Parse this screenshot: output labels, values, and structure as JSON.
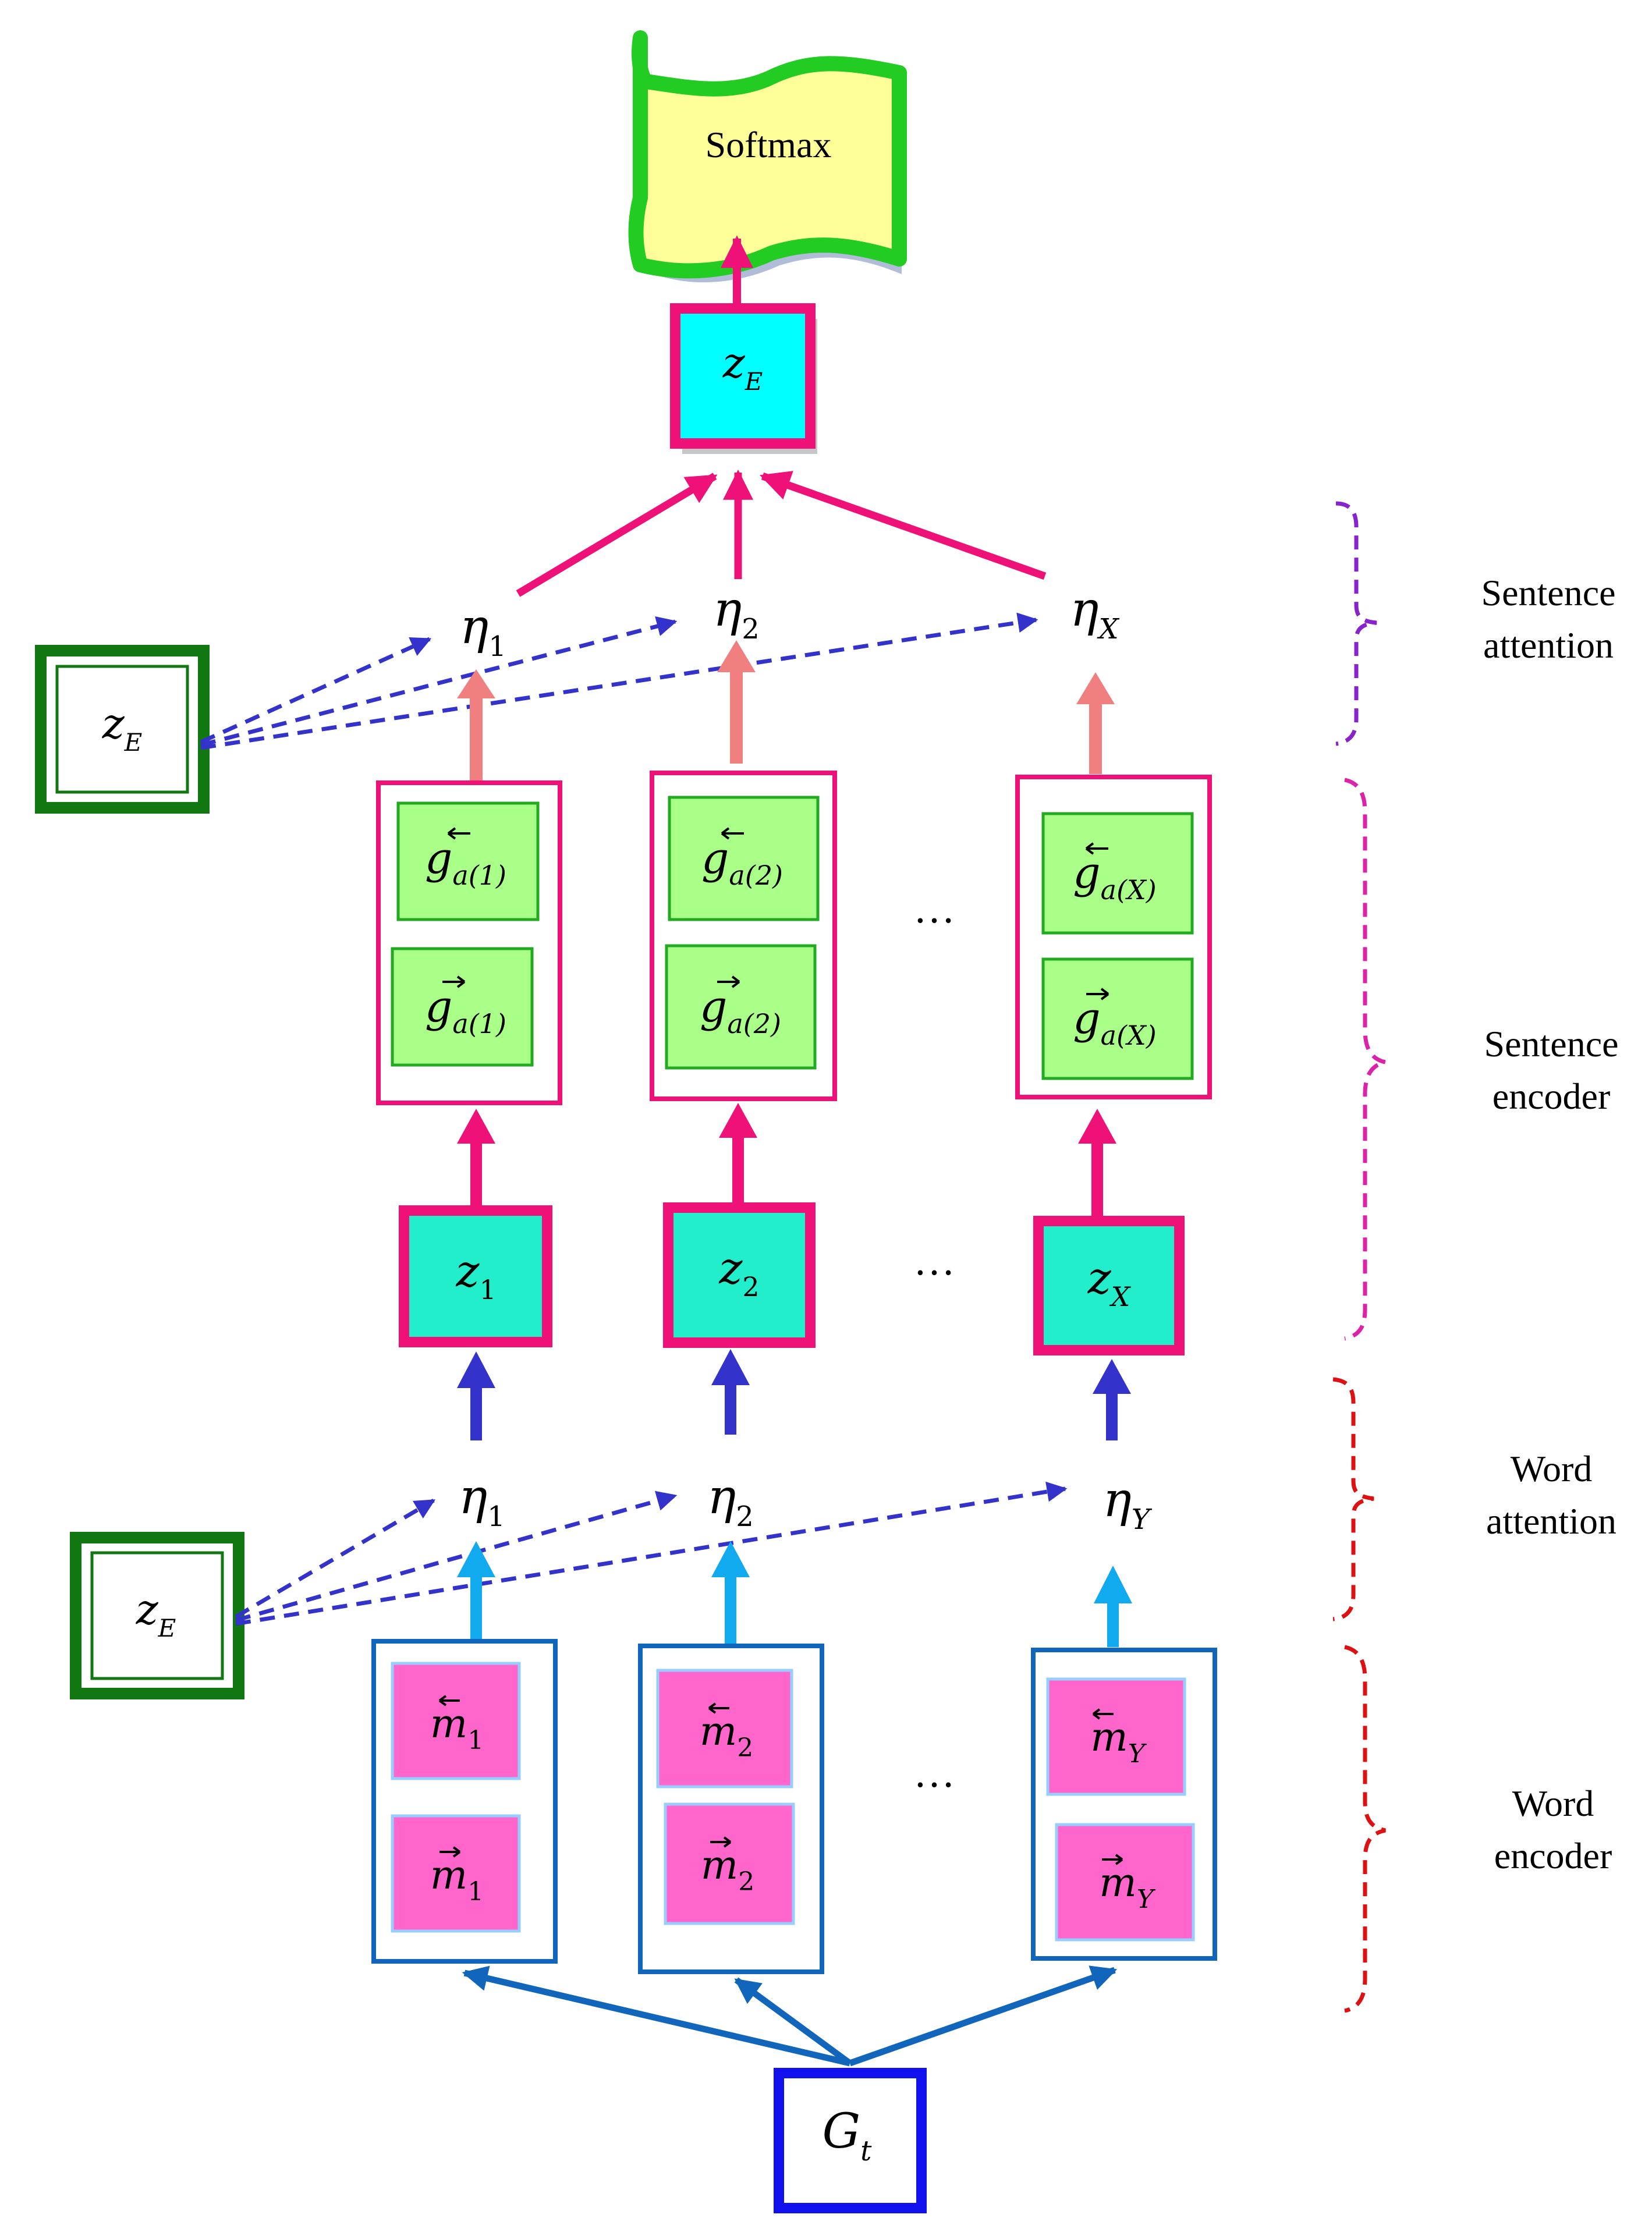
{
  "softmax": {
    "label": "Softmax",
    "fill": "#ffff99",
    "stroke": "#22cc22"
  },
  "top_output": {
    "main": "z",
    "sub": "E",
    "fill": "#00ffff",
    "stroke": "#ee1177"
  },
  "context_vectors": [
    {
      "main": "z",
      "sub": "E"
    },
    {
      "main": "z",
      "sub": "E"
    }
  ],
  "sentence_attention": [
    {
      "main": "η",
      "sub": "1"
    },
    {
      "main": "η",
      "sub": "2"
    },
    {
      "main": "η",
      "sub": "X"
    }
  ],
  "sentence_encoder": [
    {
      "top_main": "g",
      "top_sub": "a(1)",
      "bottom_main": "g",
      "bottom_sub": "a(1)"
    },
    {
      "top_main": "g",
      "top_sub": "a(2)",
      "bottom_main": "g",
      "bottom_sub": "a(2)"
    },
    {
      "top_main": "g",
      "top_sub": "a(X)",
      "bottom_main": "g",
      "bottom_sub": "a(X)"
    }
  ],
  "sentence_vectors": [
    {
      "main": "z",
      "sub": "1"
    },
    {
      "main": "z",
      "sub": "2"
    },
    {
      "main": "z",
      "sub": "X"
    }
  ],
  "word_attention": [
    {
      "main": "η",
      "sub": "1"
    },
    {
      "main": "η",
      "sub": "2"
    },
    {
      "main": "η",
      "sub": "Y"
    }
  ],
  "word_encoder": [
    {
      "top_main": "m",
      "top_sub": "1",
      "bottom_main": "m",
      "bottom_sub": "1"
    },
    {
      "top_main": "m",
      "top_sub": "2",
      "bottom_main": "m",
      "bottom_sub": "2"
    },
    {
      "top_main": "m",
      "top_sub": "Y",
      "bottom_main": "m",
      "bottom_sub": "Y"
    }
  ],
  "input_node": {
    "main": "G",
    "sub": "t"
  },
  "ellipsis": "…",
  "side_labels": {
    "sentence_attention": [
      "Sentence",
      "attention"
    ],
    "sentence_encoder": [
      "Sentence",
      "encoder"
    ],
    "word_attention": [
      "Word",
      "attention"
    ],
    "word_encoder": [
      "Word",
      "encoder"
    ]
  },
  "colors": {
    "magenta": "#ee1177",
    "salmon": "#f08080",
    "navy": "#3333cc",
    "sky": "#11aaee",
    "steel": "#1166bb",
    "green_cell": "#aaff88",
    "pink_cell": "#ff66cc",
    "teal_cell": "#22eecc",
    "dark_green": "#117711",
    "blue_box": "#1111ee"
  }
}
